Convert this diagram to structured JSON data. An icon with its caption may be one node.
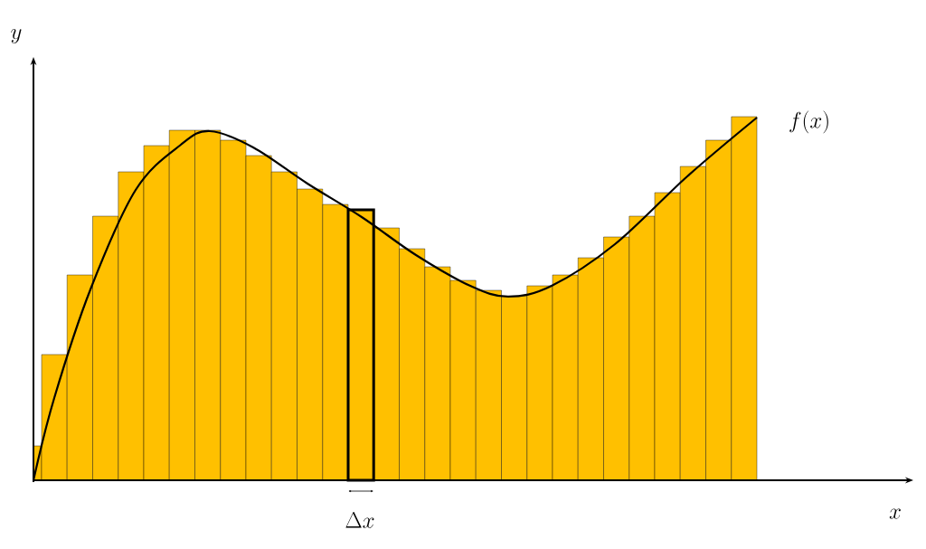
{
  "diagram": {
    "labels": [
      "y",
      "f(x)",
      "\\Delta x",
      "x"
    ]
  }
}
